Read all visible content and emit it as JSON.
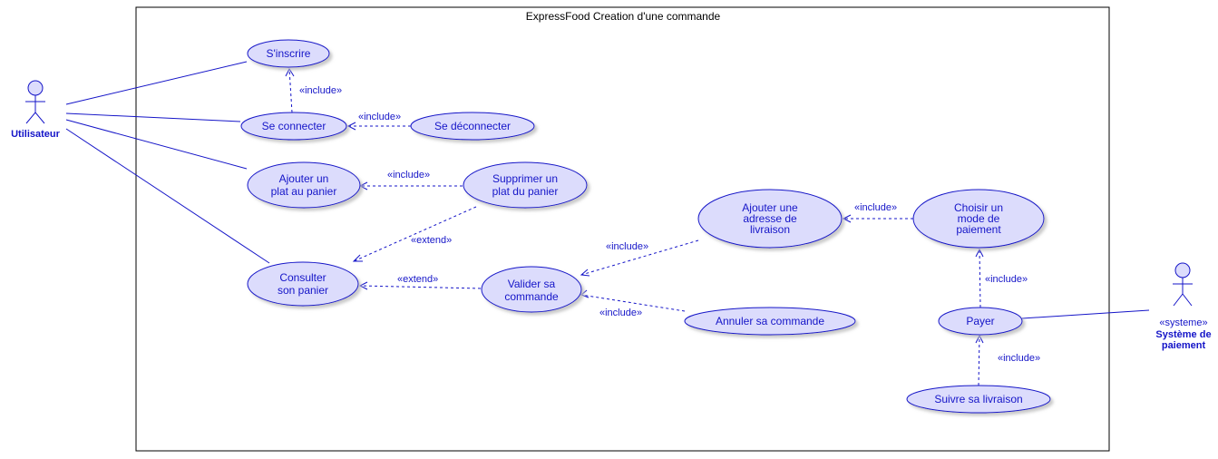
{
  "boundary": {
    "title": "ExpressFood Creation d'une commande"
  },
  "colors": {
    "stroke": "#1515c8",
    "fill": "#dcdcfc",
    "shadow": "#d9d9d9",
    "boundary": "#000000"
  },
  "actors": {
    "utilisateur": {
      "label": "Utilisateur"
    },
    "systeme": {
      "stereotype": "«systeme»",
      "label_line1": "Système de",
      "label_line2": "paiement"
    }
  },
  "usecases": {
    "inscrire": {
      "lines": [
        "S'inscrire"
      ]
    },
    "connecter": {
      "lines": [
        "Se connecter"
      ]
    },
    "deconnecter": {
      "lines": [
        "Se déconnecter"
      ]
    },
    "ajouter_plat": {
      "lines": [
        "Ajouter un",
        "plat au panier"
      ]
    },
    "supprimer_plat": {
      "lines": [
        "Supprimer un",
        "plat du panier"
      ]
    },
    "consulter": {
      "lines": [
        "Consulter",
        "son panier"
      ]
    },
    "valider": {
      "lines": [
        "Valider sa",
        "commande"
      ]
    },
    "ajouter_adresse": {
      "lines": [
        "Ajouter une",
        "adresse de",
        "livraison"
      ]
    },
    "choisir_paiement": {
      "lines": [
        "Choisir un",
        "mode de",
        "paiement"
      ]
    },
    "annuler": {
      "lines": [
        "Annuler sa commande"
      ]
    },
    "payer": {
      "lines": [
        "Payer"
      ]
    },
    "suivre": {
      "lines": [
        "Suivre sa livraison"
      ]
    }
  },
  "relations": {
    "connecter_inscrire": "«include»",
    "deconnecter_connecter": "«include»",
    "supprimer_ajouter": "«include»",
    "supprimer_consulter": "«extend»",
    "valider_consulter": "«extend»",
    "adresse_valider": "«include»",
    "annuler_valider": "«include»",
    "choisir_adresse": "«include»",
    "payer_choisir": "«include»",
    "suivre_payer": "«include»"
  }
}
